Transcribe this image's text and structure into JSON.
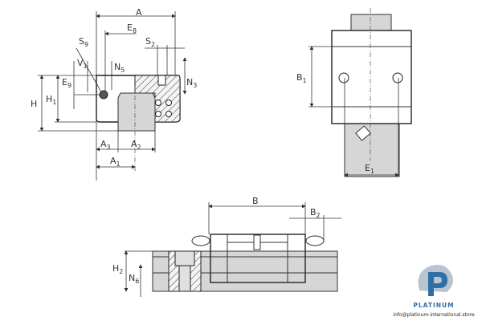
{
  "labels": {
    "A": {
      "base": "A",
      "sub": ""
    },
    "E8": {
      "base": "E",
      "sub": "8"
    },
    "S9": {
      "base": "S",
      "sub": "9"
    },
    "S2": {
      "base": "S",
      "sub": "2"
    },
    "V1": {
      "base": "V",
      "sub": "1"
    },
    "N5": {
      "base": "N",
      "sub": "5"
    },
    "N3": {
      "base": "N",
      "sub": "3"
    },
    "E9": {
      "base": "E",
      "sub": "9"
    },
    "H1": {
      "base": "H",
      "sub": "1"
    },
    "H": {
      "base": "H",
      "sub": ""
    },
    "A3": {
      "base": "A",
      "sub": "3"
    },
    "A2": {
      "base": "A",
      "sub": "2"
    },
    "A1": {
      "base": "A",
      "sub": "1"
    },
    "B1": {
      "base": "B",
      "sub": "1"
    },
    "E1": {
      "base": "E",
      "sub": "1"
    },
    "B": {
      "base": "B",
      "sub": ""
    },
    "B2": {
      "base": "B",
      "sub": "2"
    },
    "H2": {
      "base": "H",
      "sub": "2"
    },
    "N6": {
      "base": "N",
      "sub": "6"
    }
  },
  "logo": {
    "brand": "PLATINUM",
    "email": "info@platinum-international.store",
    "colors": {
      "primary": "#2f6fa8",
      "secondary": "#b8c4cf"
    }
  }
}
